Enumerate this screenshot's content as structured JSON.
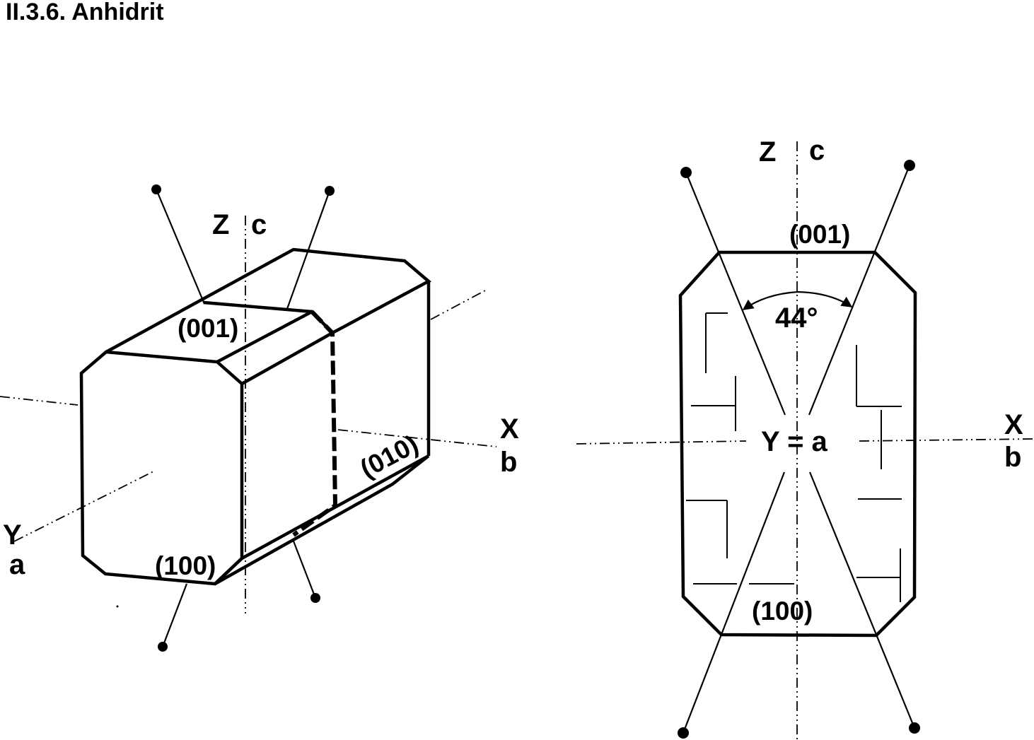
{
  "title": "II.3.6. Anhidrit",
  "left_figure": {
    "axis_z": "Z",
    "axis_c": "c",
    "axis_x": "X",
    "axis_b": "b",
    "axis_y": "Y",
    "axis_a": "a",
    "face_001": "(001)",
    "face_010": "(010)",
    "face_100": "(100)"
  },
  "right_figure": {
    "axis_z": "Z",
    "axis_c": "c",
    "axis_x": "X",
    "axis_b": "b",
    "axis_ya": "Y = a",
    "angle": "44°",
    "face_001": "(001)",
    "face_100": "(100)"
  }
}
